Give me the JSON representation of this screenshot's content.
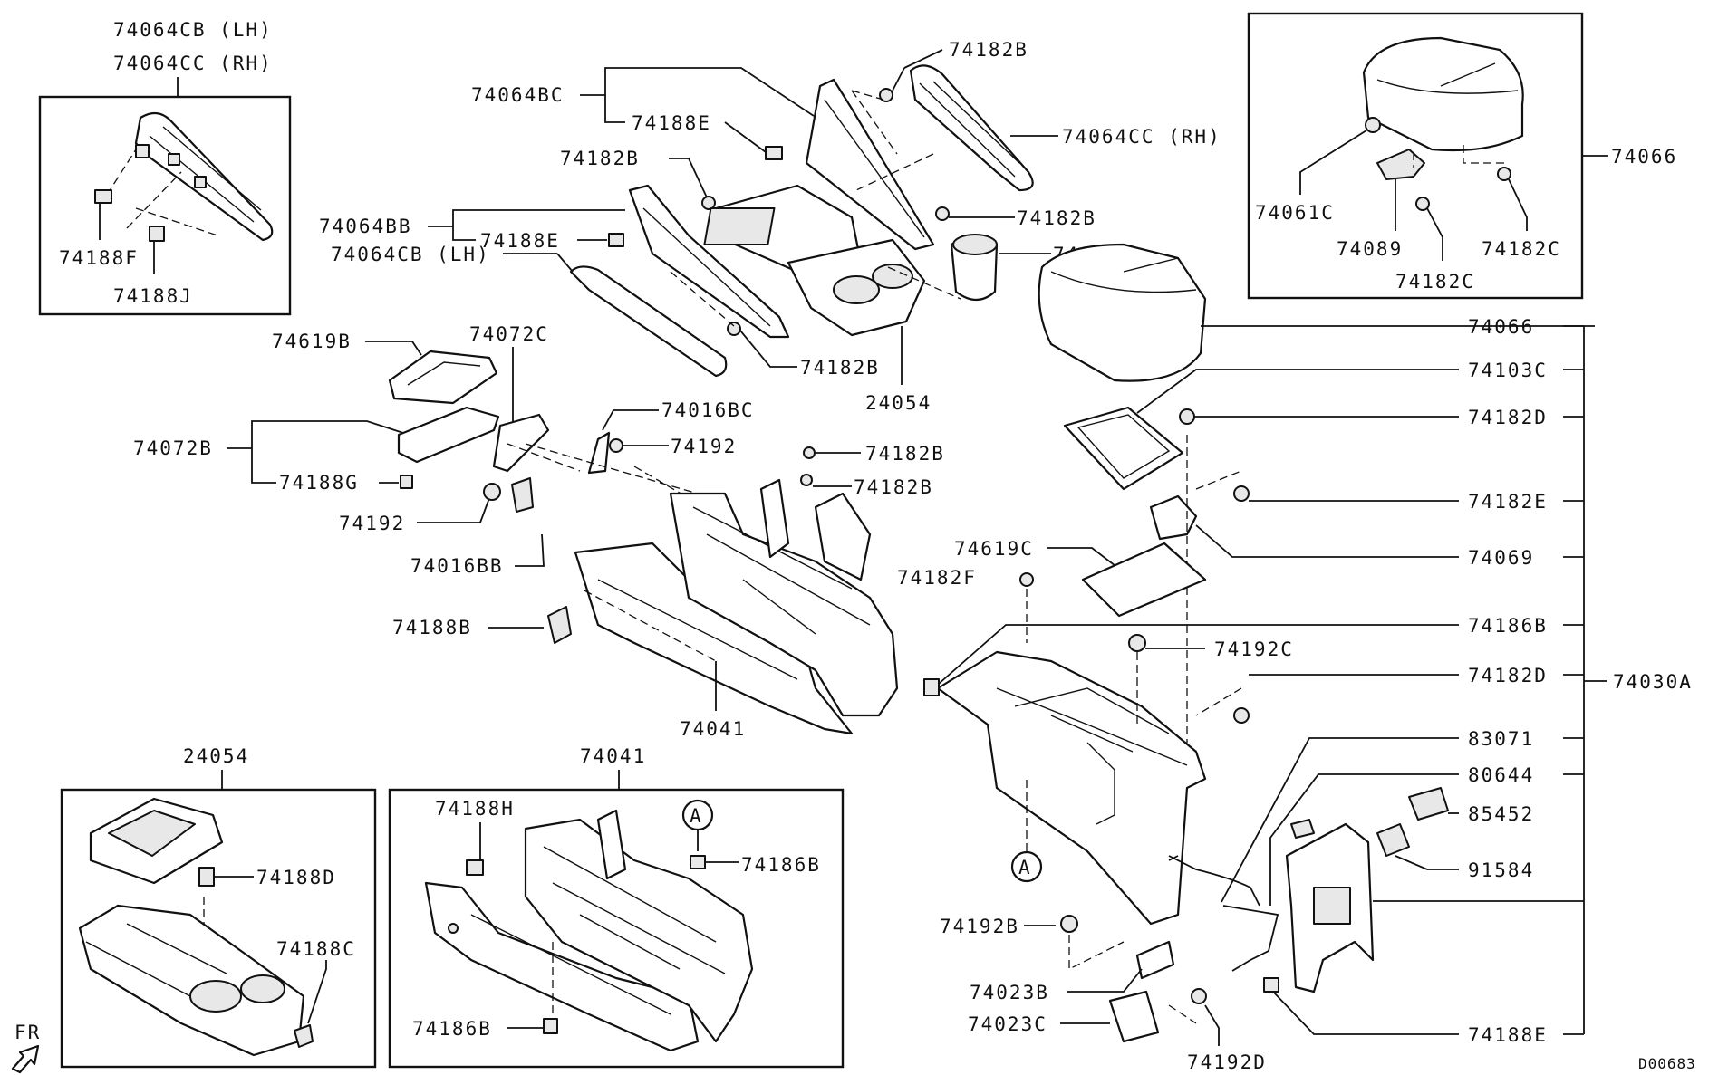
{
  "diagram_id": "D00683",
  "direction_label": "FR",
  "callouts": {
    "p74064CB_LH_top": "74064CB (LH)",
    "p74064CC_RH_top": "74064CC (RH)",
    "p74188F": "74188F",
    "p74188J": "74188J",
    "p74064BC": "74064BC",
    "p74188E_a": "74188E",
    "p74182B_a": "74182B",
    "p74064CC_RH": "74064CC (RH)",
    "p74182B_b": "74182B",
    "p74064BB": "74064BB",
    "p74188E_b": "74188E",
    "p74182B_c": "74182B",
    "p74002": "74002",
    "p74064CB_LH": "74064CB (LH)",
    "p74182B_d": "74182B",
    "p24054_main": "24054",
    "p74619B": "74619B",
    "p74072C": "74072C",
    "p74072B": "74072B",
    "p74188G": "74188G",
    "p74016BC": "74016BC",
    "p74192_a": "74192",
    "p74182B_e": "74182B",
    "p74182B_f": "74182B",
    "p74192_b": "74192",
    "p74016BB": "74016BB",
    "p74188B": "74188B",
    "p74041_main": "74041",
    "p74061C": "74061C",
    "p74089": "74089",
    "p74182C_a": "74182C",
    "p74182C_b": "74182C",
    "p74066_box": "74066",
    "p74066": "74066",
    "p74103C": "74103C",
    "p74182D_a": "74182D",
    "p74182E": "74182E",
    "p74069": "74069",
    "p74619C": "74619C",
    "p74182F": "74182F",
    "p74186B_a": "74186B",
    "p74192C": "74192C",
    "p74182D_b": "74182D",
    "p74030A": "74030A",
    "p83071": "83071",
    "p80644": "80644",
    "p85452": "85452",
    "p91584": "91584",
    "p74192B": "74192B",
    "p74023B": "74023B",
    "p74023C": "74023C",
    "p74192D": "74192D",
    "p74188E_c": "74188E",
    "ref_A_main": "A",
    "box_24054_title": "24054",
    "p74188D": "74188D",
    "p74188C": "74188C",
    "box_74041_title": "74041",
    "p74188H": "74188H",
    "p74186B_b": "74186B",
    "p74186B_c": "74186B",
    "ref_A_box": "A"
  }
}
